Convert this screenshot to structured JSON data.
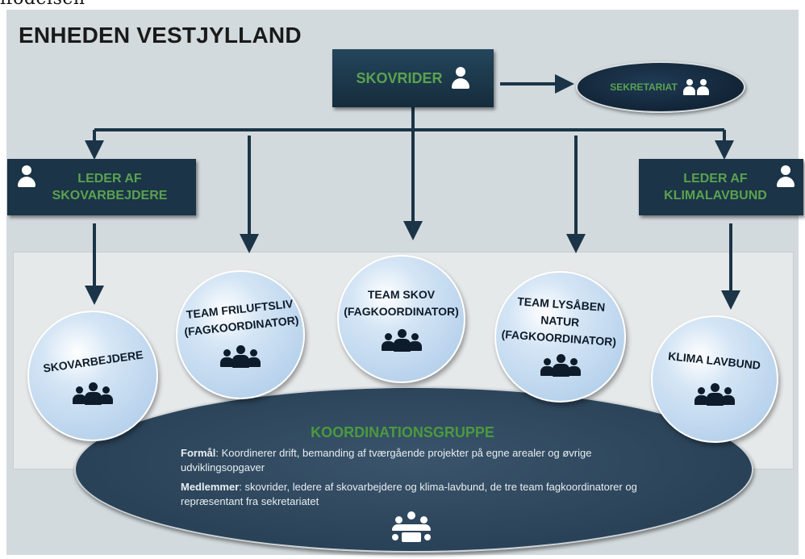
{
  "top_cut_text": "ifodelsen",
  "title": "ENHEDEN VESTJYLLAND",
  "nodes": {
    "skovrider": "SKOVRIDER",
    "sekretariat": "SEKRETARIAT",
    "leder_skovarbejdere": [
      "LEDER AF",
      "SKOVARBEJDERE"
    ],
    "leder_klimalavbund": [
      "LEDER AF",
      "KLIMALAVBUND"
    ]
  },
  "teams": {
    "skovarbejdere": [
      "SKOVARBEJDERE"
    ],
    "friluftsliv": [
      "TEAM FRILUFTSLIV",
      "(FAGKOORDINATOR)"
    ],
    "skov": [
      "TEAM SKOV",
      "(FAGKOORDINATOR)"
    ],
    "lysaaben": [
      "TEAM LYSÅBEN",
      "NATUR",
      "(FAGKOORDINATOR)"
    ],
    "klima": [
      "KLIMA LAVBUND"
    ]
  },
  "koordination": {
    "title": "KOORDINATIONSGRUPPE",
    "formaal_label": "Formål",
    "formaal_text": ": Koordinerer drift, bemanding af tværgående projekter på egne arealer og øvrige udviklingsopgaver",
    "medlemmer_label": "Medlemmer",
    "medlemmer_text": ": skovrider, ledere af skovarbejdere og klima-lavbund, de tre team fagkoordinatorer og repræsentant fra sekretariatet"
  },
  "icons": [
    "person-icon",
    "group-icon"
  ],
  "colors": {
    "navy": "#1b3447",
    "label_green": "#5aa24f",
    "bubble_blue": "#a8c8e7",
    "connector": "#1b3447",
    "panel": "#d3dadd"
  }
}
